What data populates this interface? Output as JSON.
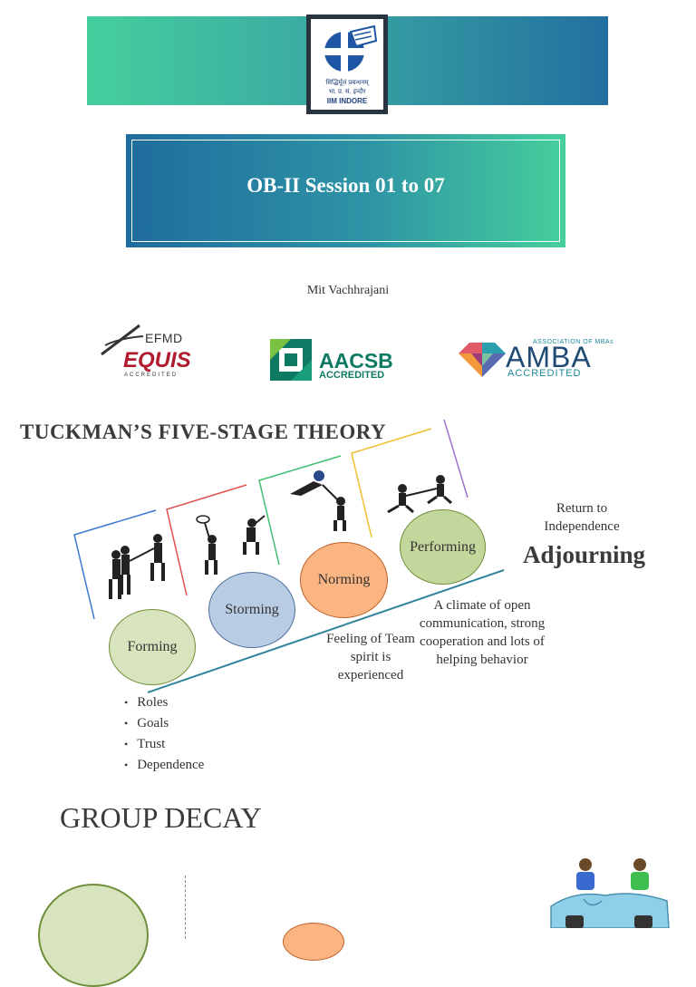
{
  "header": {
    "logo_line1": "सिद्धिर्मूलं प्रबन्धनम्",
    "logo_line2": "भा. प्र. सं. इन्दौर",
    "logo_line3": "IIM INDORE"
  },
  "title": "OB-II Session 01 to 07",
  "author": "Mit Vachhrajani",
  "accreditations": {
    "equis_efmd": "EFMD",
    "equis_name": "EQUIS",
    "equis_accredited": "ACCREDITED",
    "aacsb_name": "AACSB",
    "aacsb_accredited": "ACCREDITED",
    "amba_association": "ASSOCIATION OF MBAs",
    "amba_name": "AMBA",
    "amba_accredited": "ACCREDITED"
  },
  "tuckman": {
    "title": "TUCKMAN’S FIVE-STAGE THEORY",
    "stages": [
      "Forming",
      "Storming",
      "Norming",
      "Performing"
    ],
    "return_text": "Return to Independence",
    "adjourning": "Adjourning",
    "norming_desc": "Feeling of Team spirit is experienced",
    "performing_desc": "A climate of open communication, strong cooperation and lots of helping behavior",
    "forming_points": [
      "Roles",
      "Goals",
      "Trust",
      "Dependence"
    ]
  },
  "group_decay": {
    "title": "GROUP DECAY"
  },
  "colors": {
    "banner_start": "#45cf9d",
    "banner_end": "#226f9f",
    "forming": "#d7e4bd",
    "storming": "#b8cce4",
    "norming": "#fab582",
    "performing": "#c3d69b",
    "trend_line": "#31849b"
  }
}
